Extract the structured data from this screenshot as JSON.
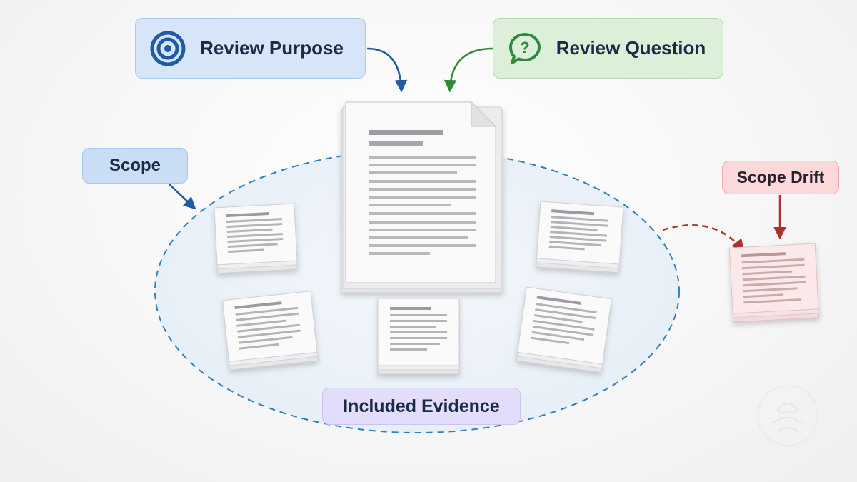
{
  "labels": {
    "review_purpose": "Review Purpose",
    "review_question": "Review Question",
    "scope": "Scope",
    "scope_drift": "Scope Drift",
    "included_evidence": "Included Evidence"
  },
  "icons": {
    "purpose": "target-icon",
    "question": "question-speech-bubble-icon",
    "watermark": "watermark-logo-icon"
  },
  "colors": {
    "purpose_accent": "#1f5aa6",
    "question_accent": "#2f8a3a",
    "scope_dash": "#2f7fc0",
    "drift_accent": "#b0302a",
    "evidence_fill": "#e2ddfa"
  }
}
